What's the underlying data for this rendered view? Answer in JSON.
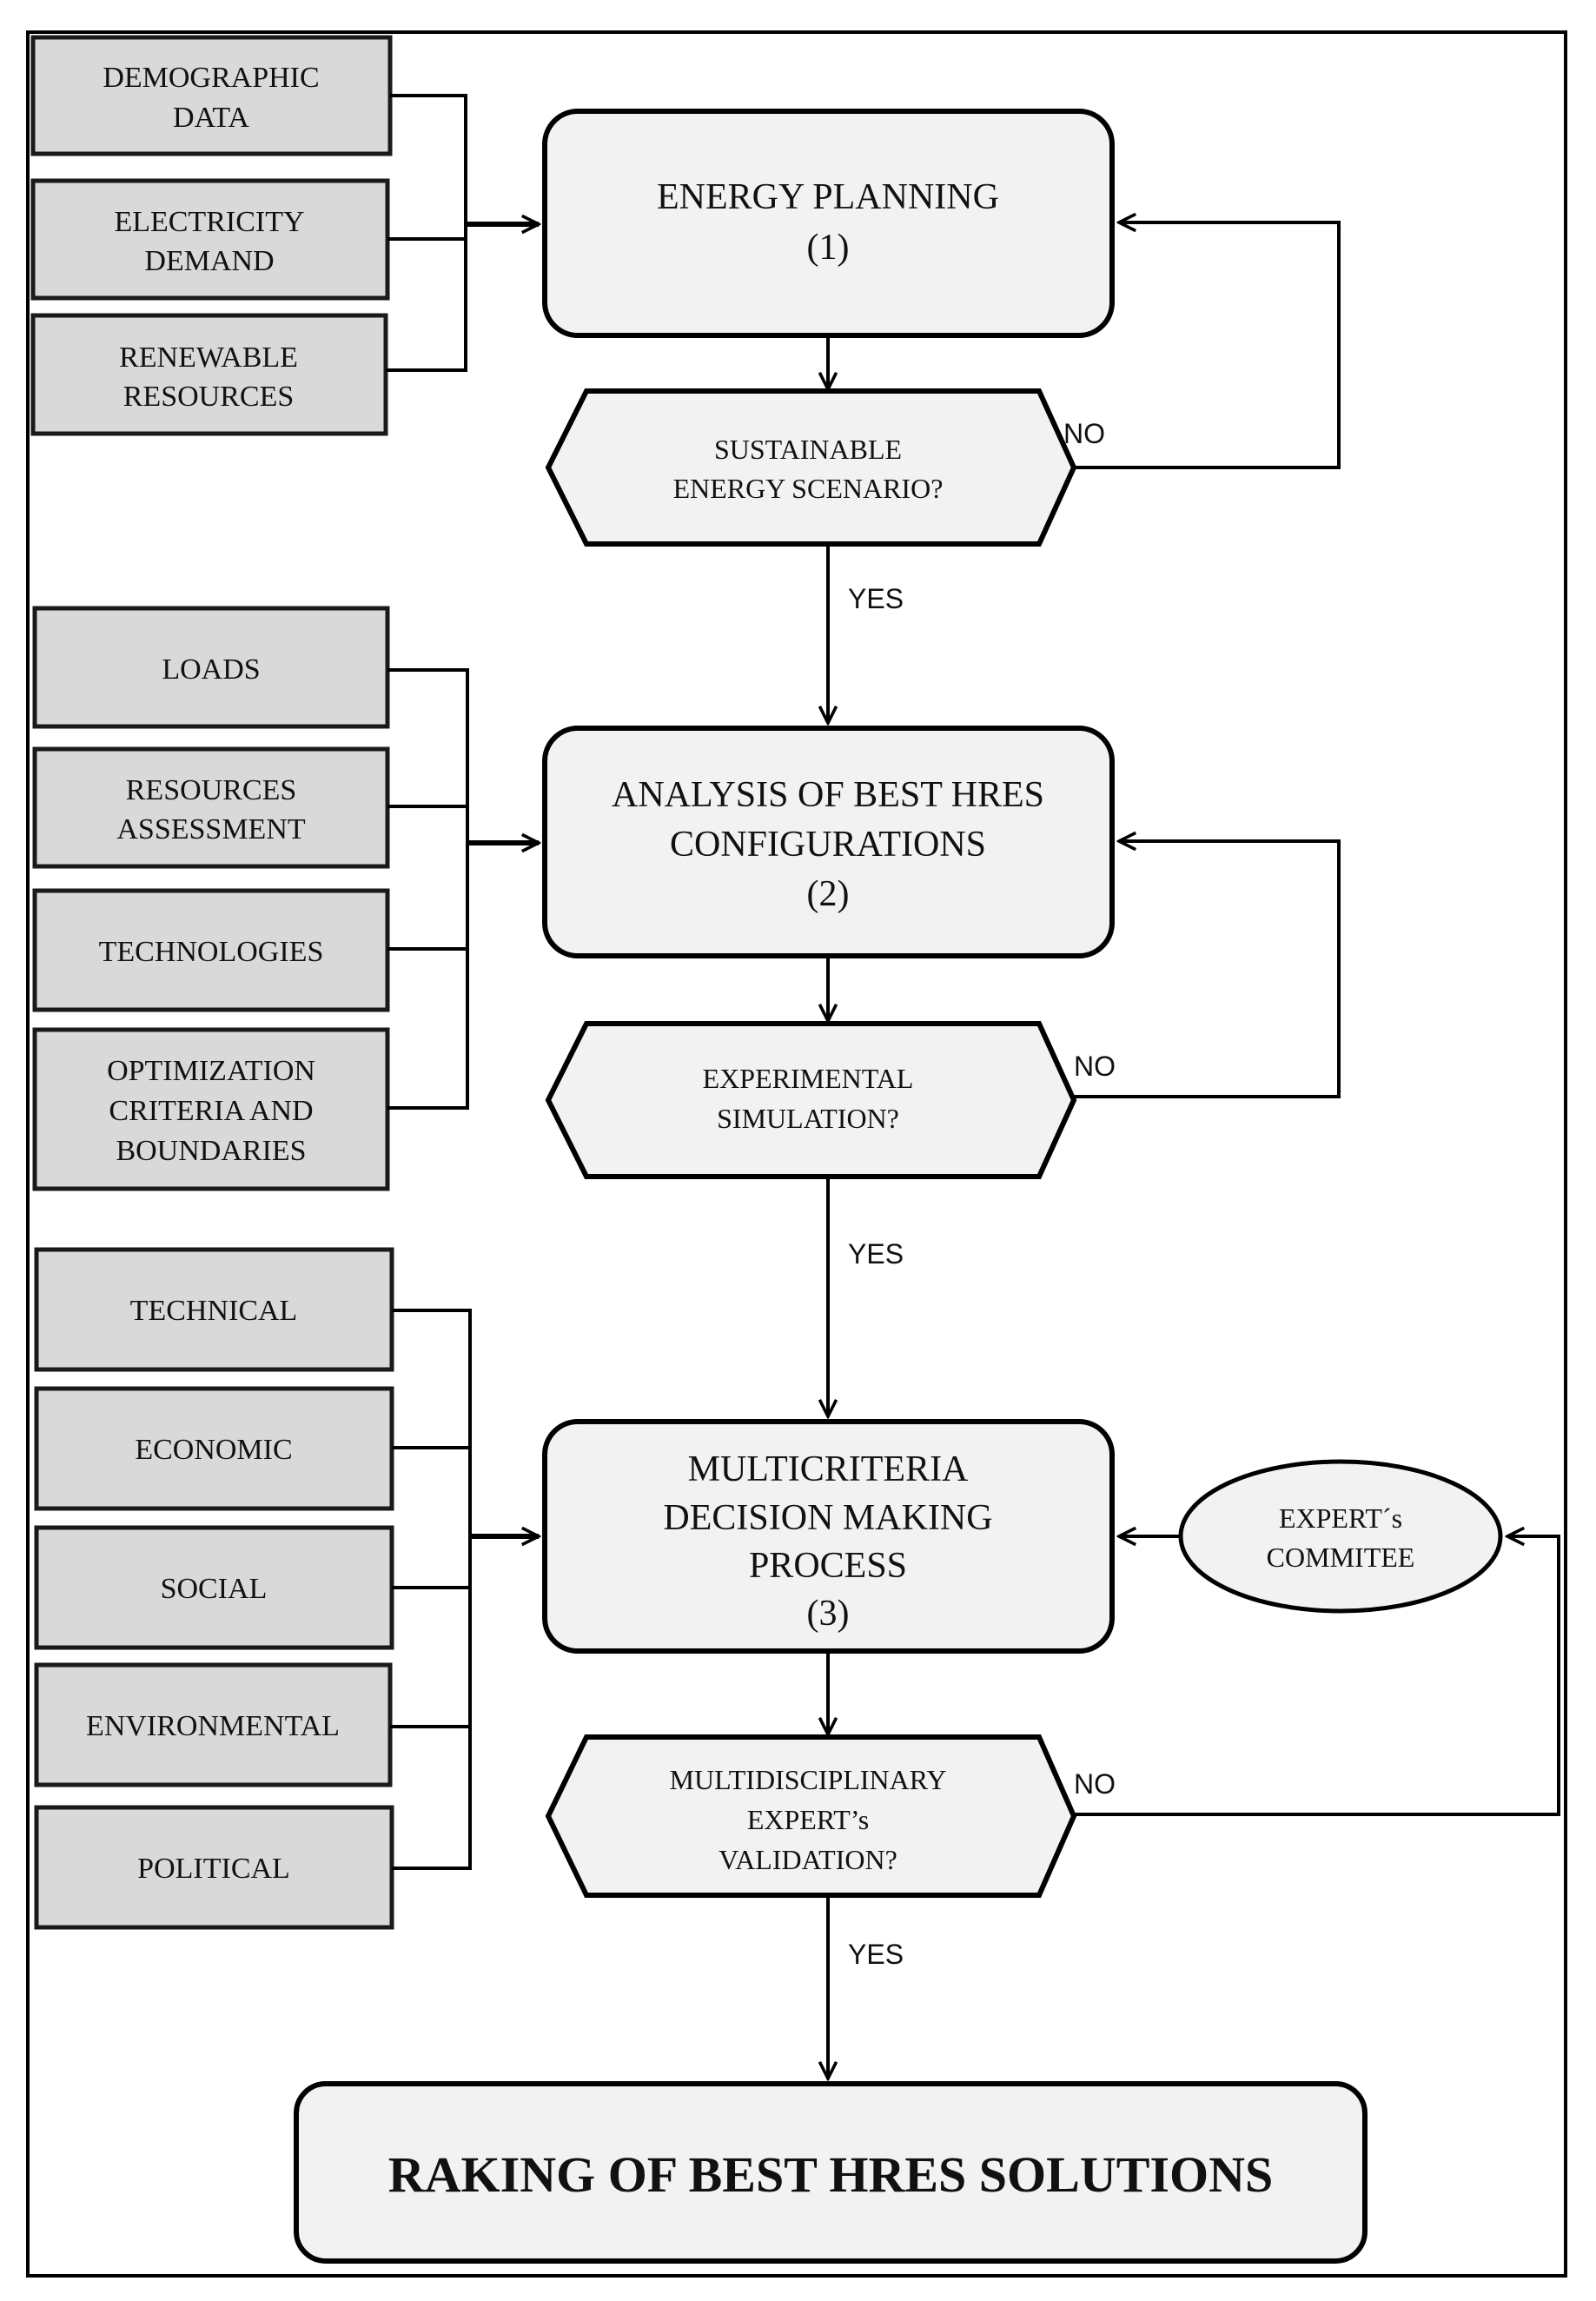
{
  "inputs_group_1": [
    {
      "line1": "DEMOGRAPHIC",
      "line2": "DATA"
    },
    {
      "line1": "ELECTRICITY",
      "line2": "DEMAND"
    },
    {
      "line1": "RENEWABLE",
      "line2": "RESOURCES"
    }
  ],
  "inputs_group_2": [
    {
      "line1": "LOADS"
    },
    {
      "line1": "RESOURCES",
      "line2": "ASSESSMENT"
    },
    {
      "line1": "TECHNOLOGIES"
    },
    {
      "line1": "OPTIMIZATION",
      "line2": "CRITERIA  AND",
      "line3": "BOUNDARIES"
    }
  ],
  "inputs_group_3": [
    {
      "line1": "TECHNICAL"
    },
    {
      "line1": "ECONOMIC"
    },
    {
      "line1": "SOCIAL"
    },
    {
      "line1": "ENVIRONMENTAL"
    },
    {
      "line1": "POLITICAL"
    }
  ],
  "steps": [
    {
      "line1": "ENERGY PLANNING",
      "line2": "(1)"
    },
    {
      "line1": "ANALYSIS  OF BEST HRES",
      "line2": "CONFIGURATIONS",
      "line3": "(2)"
    },
    {
      "line1": "MULTICRITERIA",
      "line2": "DECISION MAKING",
      "line3": "PROCESS",
      "line4": "(3)"
    }
  ],
  "decisions": [
    {
      "line1": "SUSTAINABLE",
      "line2": "ENERGY  SCENARIO?"
    },
    {
      "line1": "EXPERIMENTAL",
      "line2": "SIMULATION?"
    },
    {
      "line1": "MULTIDISCIPLINARY",
      "line2": "EXPERT’s",
      "line3": "VALIDATION?"
    }
  ],
  "committee": {
    "line1": "EXPERT´s",
    "line2": "COMMITEE"
  },
  "labels": {
    "yes": "YES",
    "no": "NO"
  },
  "final": {
    "text": "RAKING  OF BEST HRES  SOLUTIONS"
  }
}
